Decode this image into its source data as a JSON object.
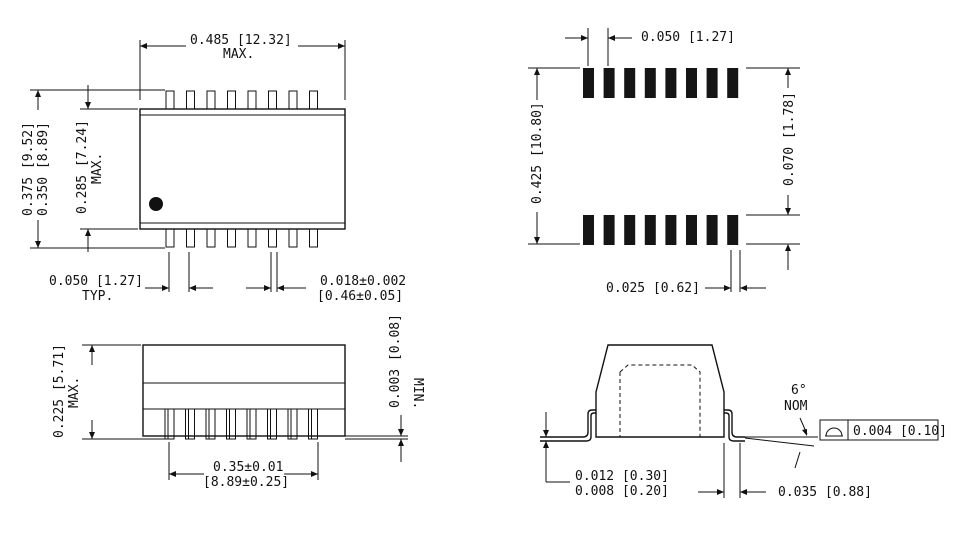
{
  "top_view": {
    "width_dim": "0.485 [12.32]",
    "width_note": "MAX.",
    "outer_height_1": "0.375 [9.52]",
    "outer_height_2": "0.350 [8.89]",
    "body_height": "0.285 [7.24]",
    "body_height_note": "MAX.",
    "pitch_dim": "0.050 [1.27]",
    "pitch_note": "TYP.",
    "lead_width_1": "0.018±0.002",
    "lead_width_2": "[0.46±0.05]"
  },
  "footprint": {
    "pitch_dim": "0.050 [1.27]",
    "row_span": "0.425 [10.80]",
    "pad_length": "0.070 [1.78]",
    "pad_width": "0.025 [0.62]"
  },
  "side_view": {
    "height_dim": "0.225 [5.71]",
    "height_note": "MAX.",
    "standoff": "0.003 [0.08]",
    "standoff_note": "MIN.",
    "span_1": "0.35±0.01",
    "span_2": "[8.89±0.25]"
  },
  "end_view": {
    "angle": "6°",
    "angle_note": "NOM",
    "lead_thk_1": "0.012 [0.30]",
    "lead_thk_2": "0.008 [0.20]",
    "foot_len": "0.035 [0.88]",
    "coplanarity": "0.004 [0.10]"
  }
}
